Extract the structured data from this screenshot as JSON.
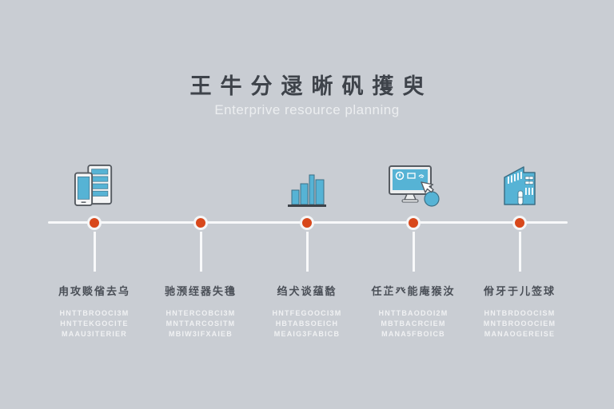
{
  "page": {
    "background_color": "#c9cdd3",
    "accent_dot_color": "#d8481b",
    "icon_blue": "#56b3d5",
    "line_color": "#f8f9fa"
  },
  "header": {
    "title": "王牛分逯晰矾擭臾",
    "subtitle": "Enterprive resource planning"
  },
  "timeline": {
    "nodes": [
      {
        "icon": "devices-icon",
        "heading": "甪攻赕偗去乌",
        "lines": [
          "HNTTBROOCI3M",
          "HNTTEKGOCITE",
          "MAAU3ITERIER"
        ]
      },
      {
        "icon": "none",
        "heading": "驰滪绖器失氇",
        "lines": [
          "HNTERCOBCI3M",
          "MNTTARCOSITM",
          "MBIW3IFXAIEB"
        ]
      },
      {
        "icon": "bar-chart-icon",
        "heading": "绉犬谈蕴馠",
        "lines": [
          "HNTFEGOOCI3M",
          "HBTABSOEICH",
          "MEAIG3FABICB"
        ]
      },
      {
        "icon": "monitor-cursor-icon",
        "heading": "任芷癶能庵猴汝",
        "lines": [
          "HNTTBAODOI2M",
          "MBTBACRCIEM",
          "MANA5FBOICB"
        ]
      },
      {
        "icon": "building-icon",
        "heading": "佾牙于儿签球",
        "lines": [
          "HNTBRDOOCISM",
          "MNTBROOOCIEM",
          "MANAOGEREISE"
        ]
      }
    ]
  }
}
